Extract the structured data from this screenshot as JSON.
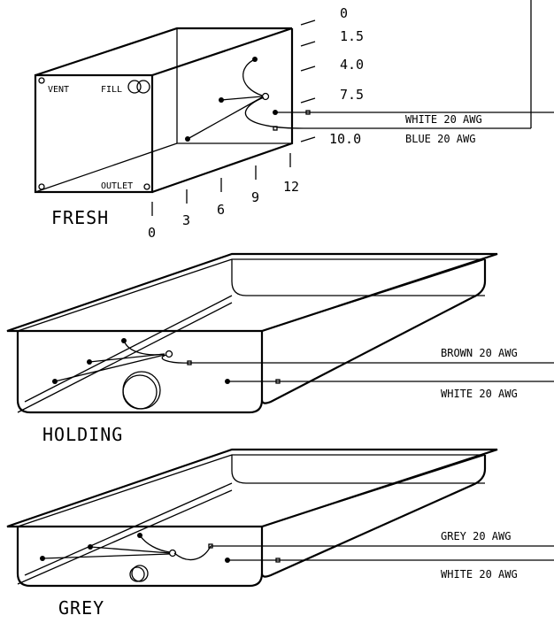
{
  "fresh_tank": {
    "name": "FRESH",
    "labels": {
      "vent": "VENT",
      "fill": "FILL",
      "outlet": "OUTLET"
    },
    "height_scale": [
      "0",
      "1.5",
      "4.0",
      "7.5",
      "10.0"
    ],
    "depth_scale": [
      "0",
      "3",
      "6",
      "9",
      "12"
    ],
    "wires": [
      "WHITE 20 AWG",
      "BLUE 20 AWG"
    ]
  },
  "holding_tank": {
    "name": "HOLDING",
    "wires": [
      "BROWN 20 AWG",
      "WHITE 20 AWG"
    ]
  },
  "grey_tank": {
    "name": "GREY",
    "wires": [
      "GREY 20 AWG",
      "WHITE 20 AWG"
    ]
  }
}
